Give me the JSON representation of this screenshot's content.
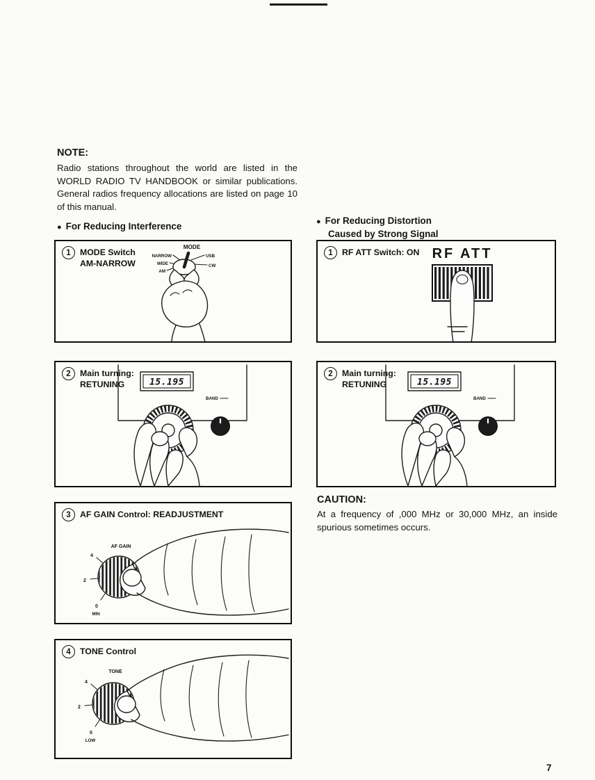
{
  "page": {
    "number": "7"
  },
  "note": {
    "heading": "NOTE:",
    "body": "Radio stations throughout the world are listed in the WORLD RADIO TV HANDBOOK or similar publications. General radios frequency allocations are listed on page 10 of this manual."
  },
  "left_section": {
    "bullet": "●",
    "heading": "For Reducing Interference",
    "step1": {
      "num": "1",
      "line1": "MODE Switch",
      "line2": "AM-NARROW"
    },
    "step2": {
      "num": "2",
      "line1": "Main turning:",
      "line2": "RETUNING"
    },
    "step3": {
      "num": "3",
      "line1": "AF GAIN Control: READJUSTMENT"
    },
    "step4": {
      "num": "4",
      "line1": "TONE Control"
    }
  },
  "right_section": {
    "bullet": "●",
    "heading_line1": "For Reducing Distortion",
    "heading_line2": "Caused by Strong Signal",
    "step1": {
      "num": "1",
      "line1": "RF ATT Switch: ON"
    },
    "step2": {
      "num": "2",
      "line1": "Main turning:",
      "line2": "RETUNING"
    }
  },
  "caution": {
    "heading": "CAUTION:",
    "body": "At a frequency of ,000 MHz or 30,000 MHz, an inside spurious sometimes occurs."
  },
  "illustrations": {
    "mode_switch": {
      "title": "MODE",
      "labels": {
        "l1": "NARROW",
        "l2": "WIDE",
        "l3": "AM",
        "r1": "USB",
        "r2": "CW"
      }
    },
    "tuning": {
      "display": "15.195",
      "band_label": "BAND"
    },
    "af_gain": {
      "title": "AF GAIN",
      "tick_a": "4",
      "tick_b": "2",
      "tick_c": "0",
      "end_label": "MIN"
    },
    "tone": {
      "title": "TONE",
      "tick_a": "4",
      "tick_b": "2",
      "tick_c": "0",
      "end_label": "LOW"
    },
    "rf_att": {
      "label": "RF ATT"
    }
  }
}
